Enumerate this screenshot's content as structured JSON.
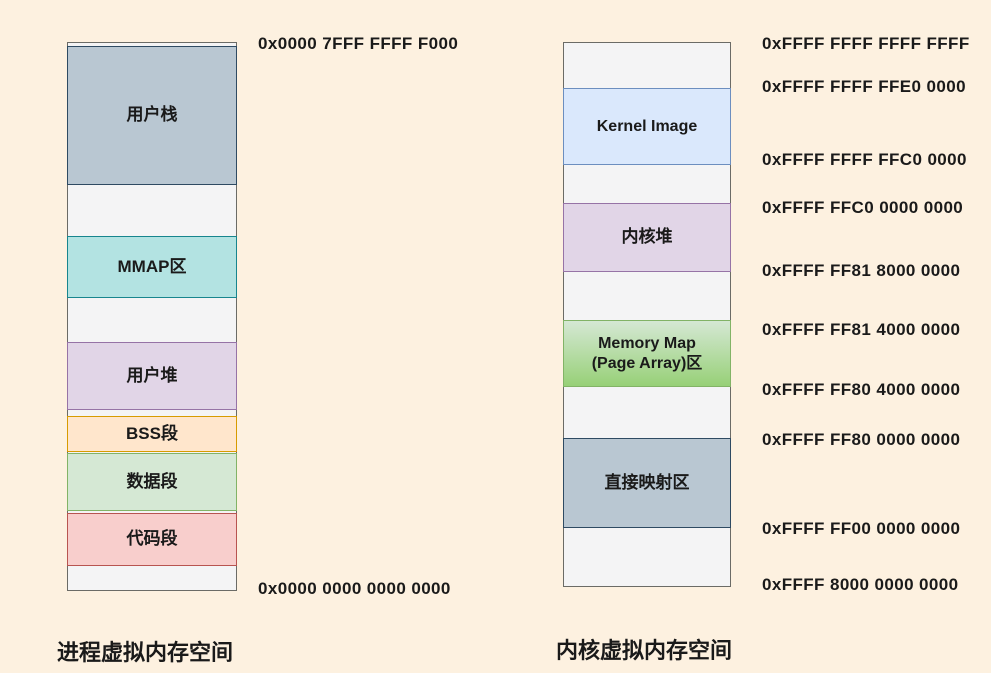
{
  "page": {
    "background_color": "#FDF1E0",
    "empty_segment_fill": "#F4F4F5",
    "container_border": "#6b6b66",
    "text_color": "#1a1a1a"
  },
  "process_space": {
    "title": "进程虚拟内存空间",
    "top_address": "0x0000 7FFF FFFF F000",
    "bottom_address": "0x0000 0000 0000 0000",
    "blocks": [
      {
        "label": "用户栈",
        "fill": "#B9C7D2",
        "border": "#2E4A62"
      },
      {
        "label": "MMAP区",
        "fill": "#B3E3E2",
        "border": "#17858E"
      },
      {
        "label": "用户堆",
        "fill": "#E1D5E7",
        "border": "#9673A6"
      },
      {
        "label": "BSS段",
        "fill": "#FFE6CC",
        "border": "#D79B00"
      },
      {
        "label": "数据段",
        "fill": "#D5E8D4",
        "border": "#82B366"
      },
      {
        "label": "代码段",
        "fill": "#F8CECC",
        "border": "#B85450"
      }
    ]
  },
  "kernel_space": {
    "title": "内核虚拟内存空间",
    "blocks": [
      {
        "label": "Kernel Image",
        "fill": "#DAE8FC",
        "border": "#6C8EBF"
      },
      {
        "label": "内核堆",
        "fill": "#E1D5E7",
        "border": "#9673A6"
      },
      {
        "label_line1": "Memory Map",
        "label_line2": "(Page Array)区",
        "fill_top": "#D5E8D4",
        "fill_bottom": "#97D077",
        "border": "#82B366"
      },
      {
        "label": "直接映射区",
        "fill": "#B9C7D2",
        "border": "#2E4A62"
      }
    ],
    "addresses": [
      "0xFFFF FFFF FFFF FFFF",
      "0xFFFF FFFF FFE0 0000",
      "0xFFFF FFFF FFC0 0000",
      "0xFFFF FFC0 0000 0000",
      "0xFFFF FF81 8000 0000",
      "0xFFFF FF81 4000 0000",
      "0xFFFF FF80 4000 0000",
      "0xFFFF FF80 0000 0000",
      "0xFFFF FF00 0000 0000",
      "0xFFFF 8000 0000 0000"
    ]
  }
}
